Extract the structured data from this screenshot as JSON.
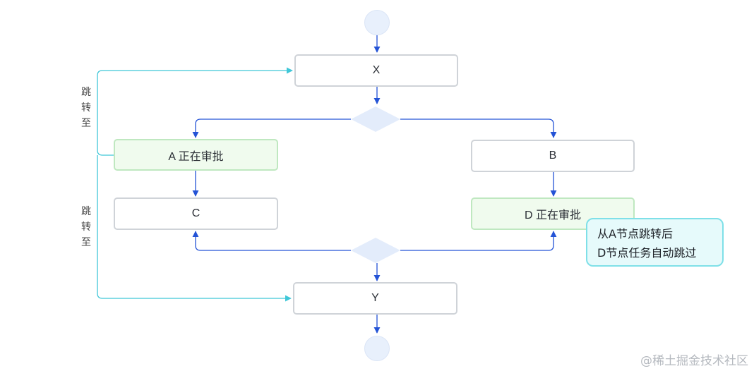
{
  "nodes": {
    "x": "X",
    "a": "A 正在审批",
    "b": "B",
    "c": "C",
    "d": "D 正在审批",
    "y": "Y"
  },
  "jump_labels": {
    "upper": [
      "跳",
      "转",
      "至"
    ],
    "lower": [
      "跳",
      "转",
      "至"
    ]
  },
  "note": {
    "line1": "从A节点跳转后",
    "line2": "D节点任务自动跳过"
  },
  "watermark": "@稀土掘金技术社区",
  "colors": {
    "flow_arrow": "#2453d6",
    "jump_line": "#3fc7d8",
    "gateway": "#e3ecfb",
    "node_border": "#cfd3d8",
    "active_node_bg": "#f0fbee",
    "active_node_border": "#bfe8c0",
    "note_bg": "#e6fafb",
    "note_border": "#7fe0e8"
  }
}
